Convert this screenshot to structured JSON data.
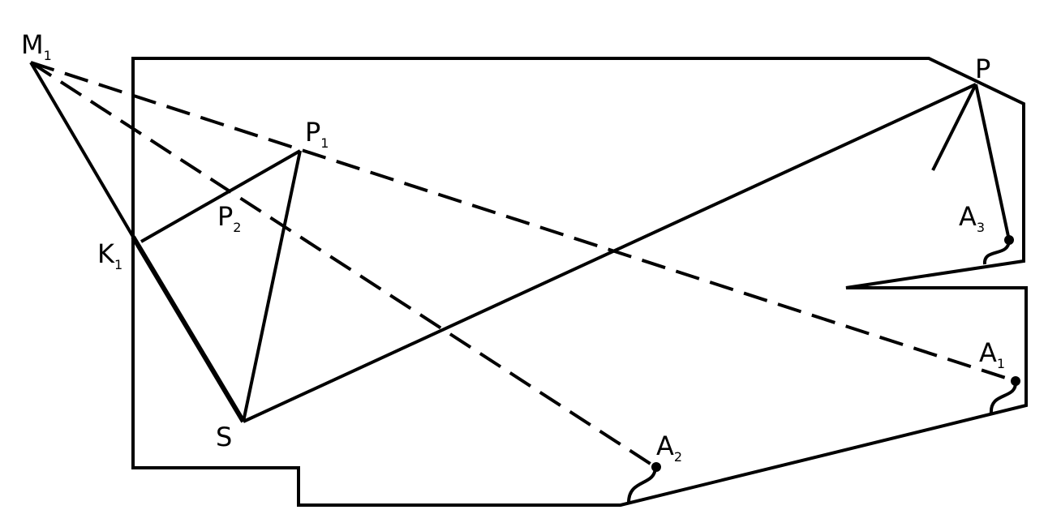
{
  "labels": {
    "M1": {
      "main": "M",
      "sub": "1"
    },
    "P": {
      "main": "P"
    },
    "P1": {
      "main": "P",
      "sub": "1"
    },
    "P2": {
      "main": "P",
      "sub": "2"
    },
    "K1": {
      "main": "K",
      "sub": "1"
    },
    "S": {
      "main": "S"
    },
    "A1": {
      "main": "A",
      "sub": "1"
    },
    "A2": {
      "main": "A",
      "sub": "2"
    },
    "A3": {
      "main": "A",
      "sub": "3"
    }
  },
  "colors": {
    "ink": "#000000",
    "background": "#ffffff"
  }
}
